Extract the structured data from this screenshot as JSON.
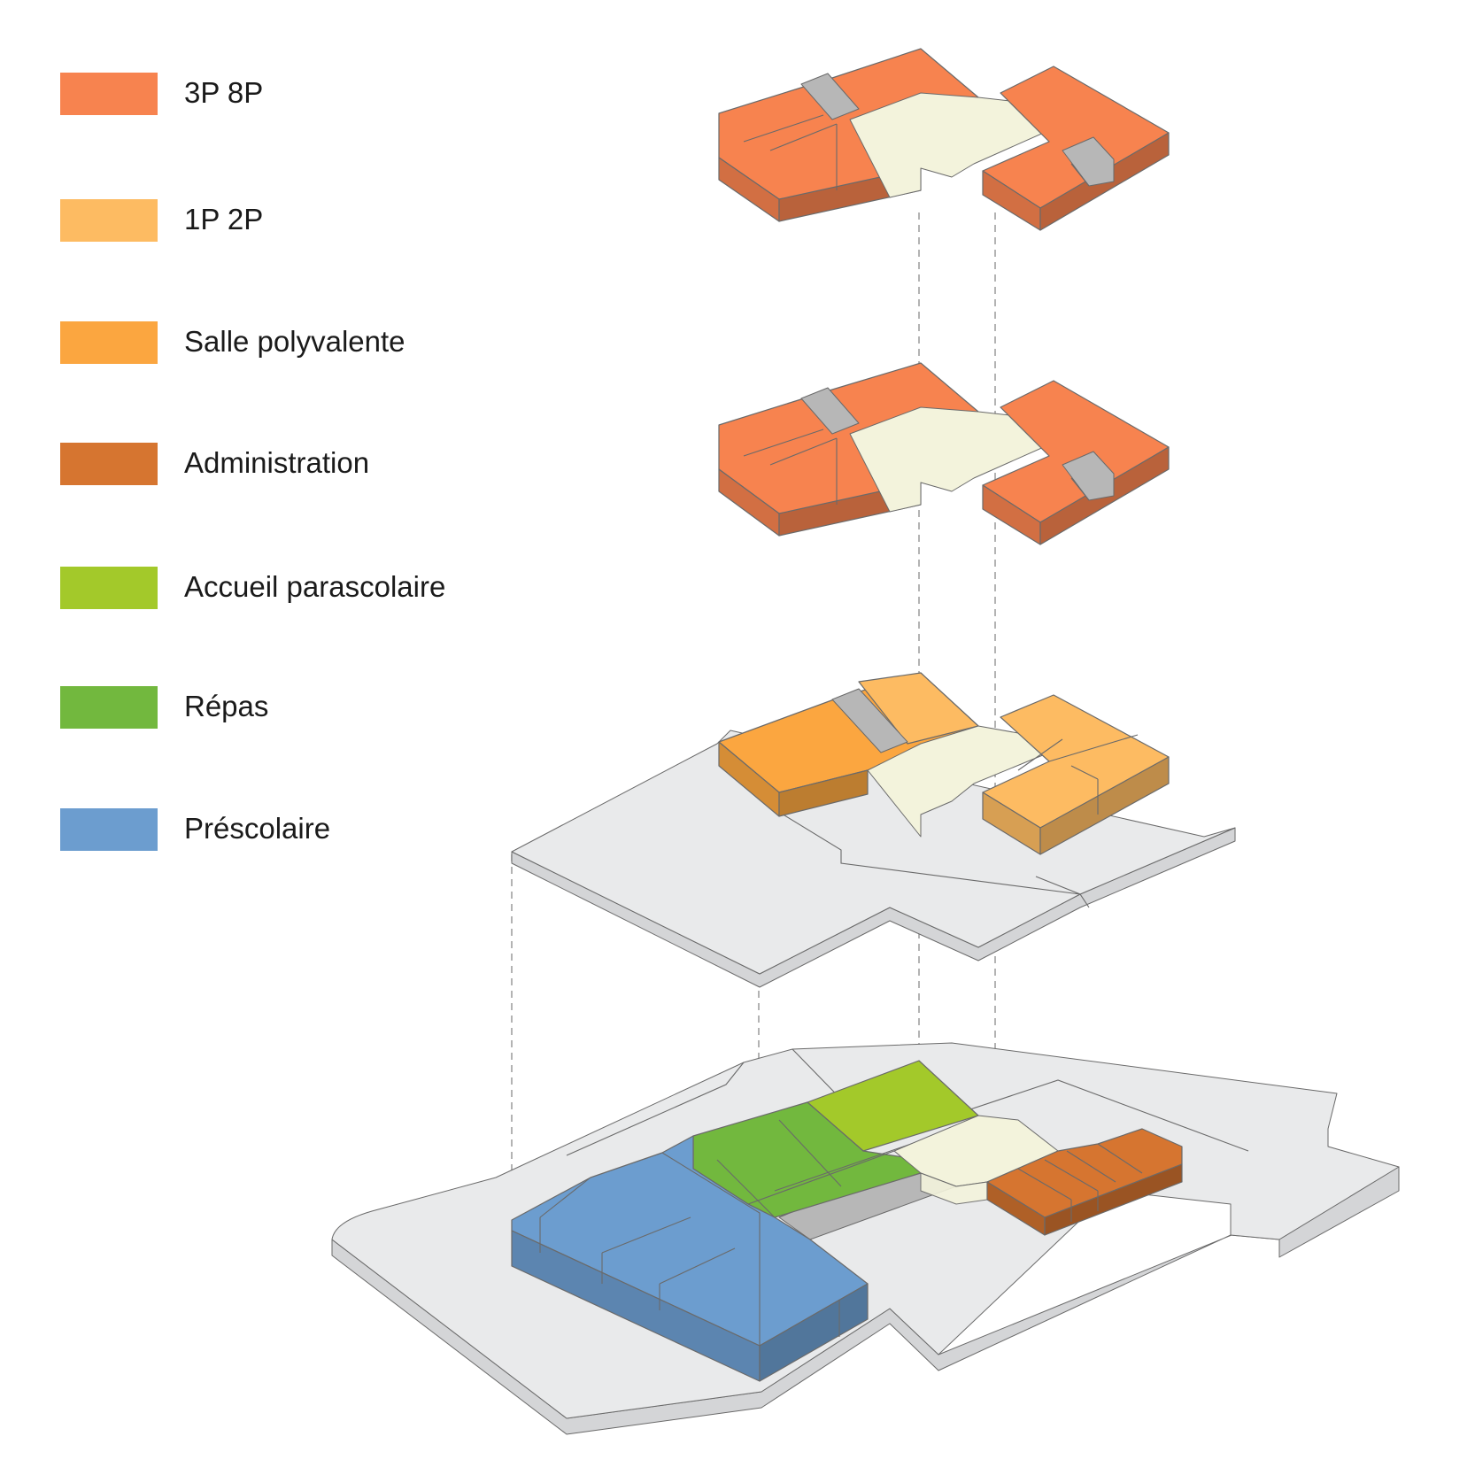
{
  "legend": {
    "items": [
      {
        "label": "3P 8P",
        "color": "#f7834f"
      },
      {
        "label": "1P 2P",
        "color": "#fdbb62"
      },
      {
        "label": "Salle polyvalente",
        "color": "#fba640"
      },
      {
        "label": "Administration",
        "color": "#d67530"
      },
      {
        "label": "Accueil parascolaire",
        "color": "#a3c92a"
      },
      {
        "label": "Répas",
        "color": "#72b83e"
      },
      {
        "label": "Préscolaire",
        "color": "#6c9dcf"
      }
    ]
  },
  "diagram": {
    "colors": {
      "circulation": "#f3f3dc",
      "service": "#b7b7b7",
      "slab": "#e9eaeb",
      "slab_side": "#d4d5d7",
      "outline": "#6a6a6a",
      "guide": "#9a9a9a"
    }
  }
}
